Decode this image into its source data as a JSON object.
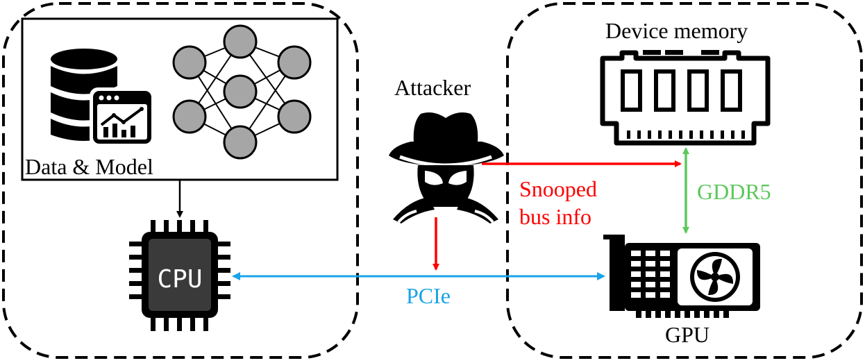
{
  "labels": {
    "data_model": "Data & Model",
    "attacker": "Attacker",
    "device_memory": "Device memory",
    "gpu": "GPU",
    "cpu_chip_text": "CPU",
    "snooped_line1": "Snooped",
    "snooped_line2": "bus info",
    "gddr5": "GDDR5",
    "pcie": "PCIe"
  },
  "colors": {
    "snoop": "#ff0000",
    "gddr5": "#5cc85c",
    "pcie": "#1aa3e8",
    "node_fill": "#a6a6a6",
    "dark": "#000000"
  },
  "icons": [
    "database-icon",
    "dashboard-chart-icon",
    "neural-network-icon",
    "cpu-chip-icon",
    "spy-attacker-icon",
    "memory-module-icon",
    "graphics-card-icon"
  ]
}
